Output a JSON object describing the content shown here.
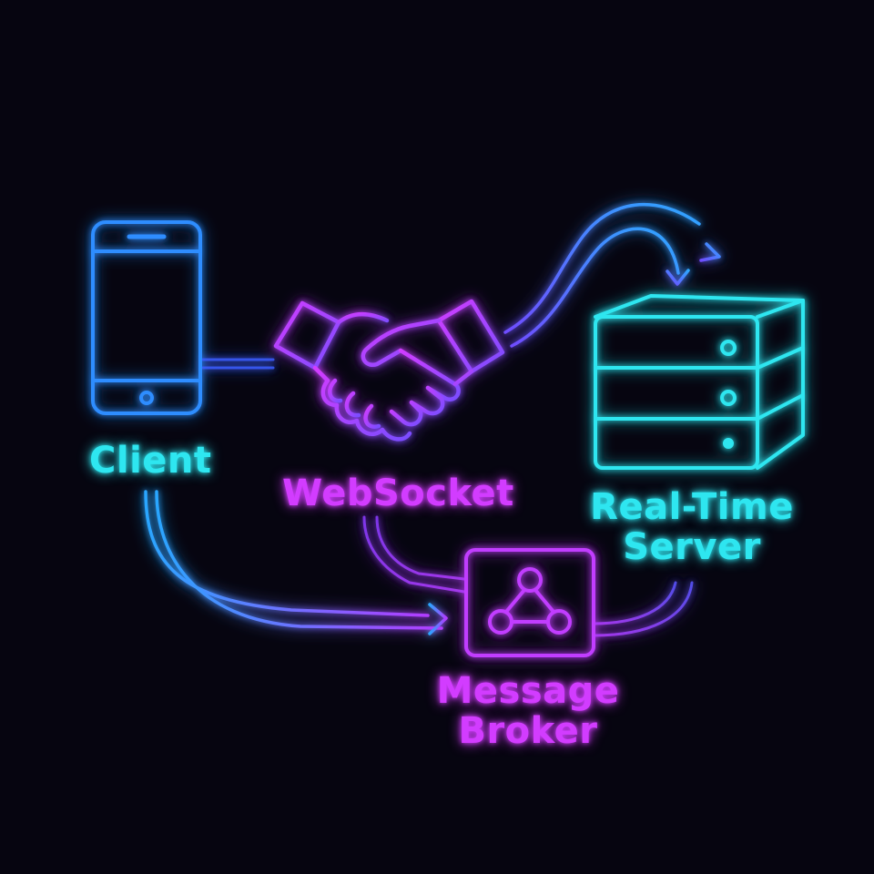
{
  "colors": {
    "background": "#060510",
    "cyan": "#2ee6f0",
    "blue": "#2d8dff",
    "violet": "#7a4dff",
    "magenta": "#d23cff"
  },
  "nodes": {
    "client": {
      "label": "Client",
      "icon": "smartphone-icon"
    },
    "websocket": {
      "label": "WebSocket",
      "icon": "handshake-icon"
    },
    "server": {
      "label_line1": "Real-Time",
      "label_line2": "Server",
      "icon": "server-rack-icon"
    },
    "broker": {
      "label_line1": "Message",
      "label_line2": "Broker",
      "icon": "network-triangle-icon"
    }
  }
}
